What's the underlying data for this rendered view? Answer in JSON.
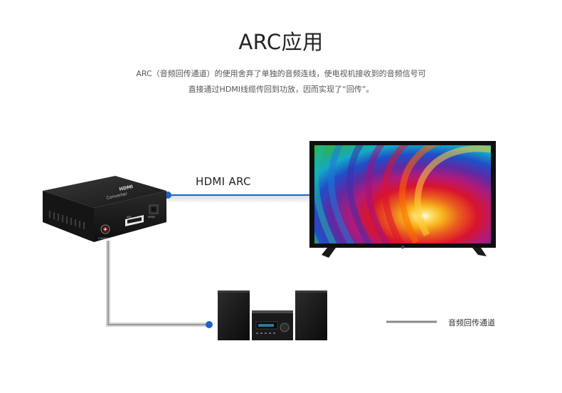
{
  "title": "ARC应用",
  "description": {
    "line1": "ARC（音频回传通道）的使用舍弃了单独的音频连线，使电视机接收到的音频信号可",
    "line2": "直接通过HDMI线缆传回到功放，因而实现了“回传”。"
  },
  "hdmi_cable_label": "HDMI ARC",
  "legend": {
    "label": "音频回传通道",
    "color": "#8a8a8a"
  },
  "device_labels": {
    "brand": "HDMI",
    "model": "Converter",
    "port_hdmi": "ARC",
    "port_spdif": "SPDIF",
    "port_coax": "COAXIAL"
  },
  "colors": {
    "hdmi_cable": "#1a66c9",
    "audio_cable": "#aaaaaa"
  }
}
